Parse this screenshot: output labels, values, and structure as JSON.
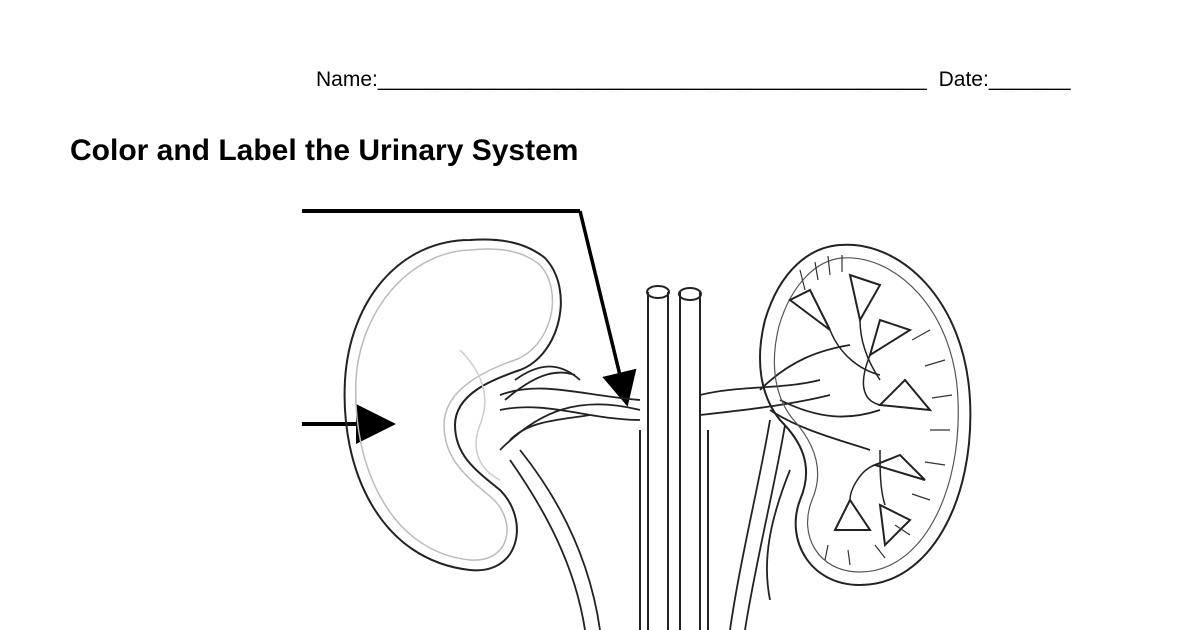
{
  "header": {
    "name_label": "Name:_______________________________________________",
    "date_label": "Date:_______"
  },
  "title": "Color and Label the Urinary System"
}
